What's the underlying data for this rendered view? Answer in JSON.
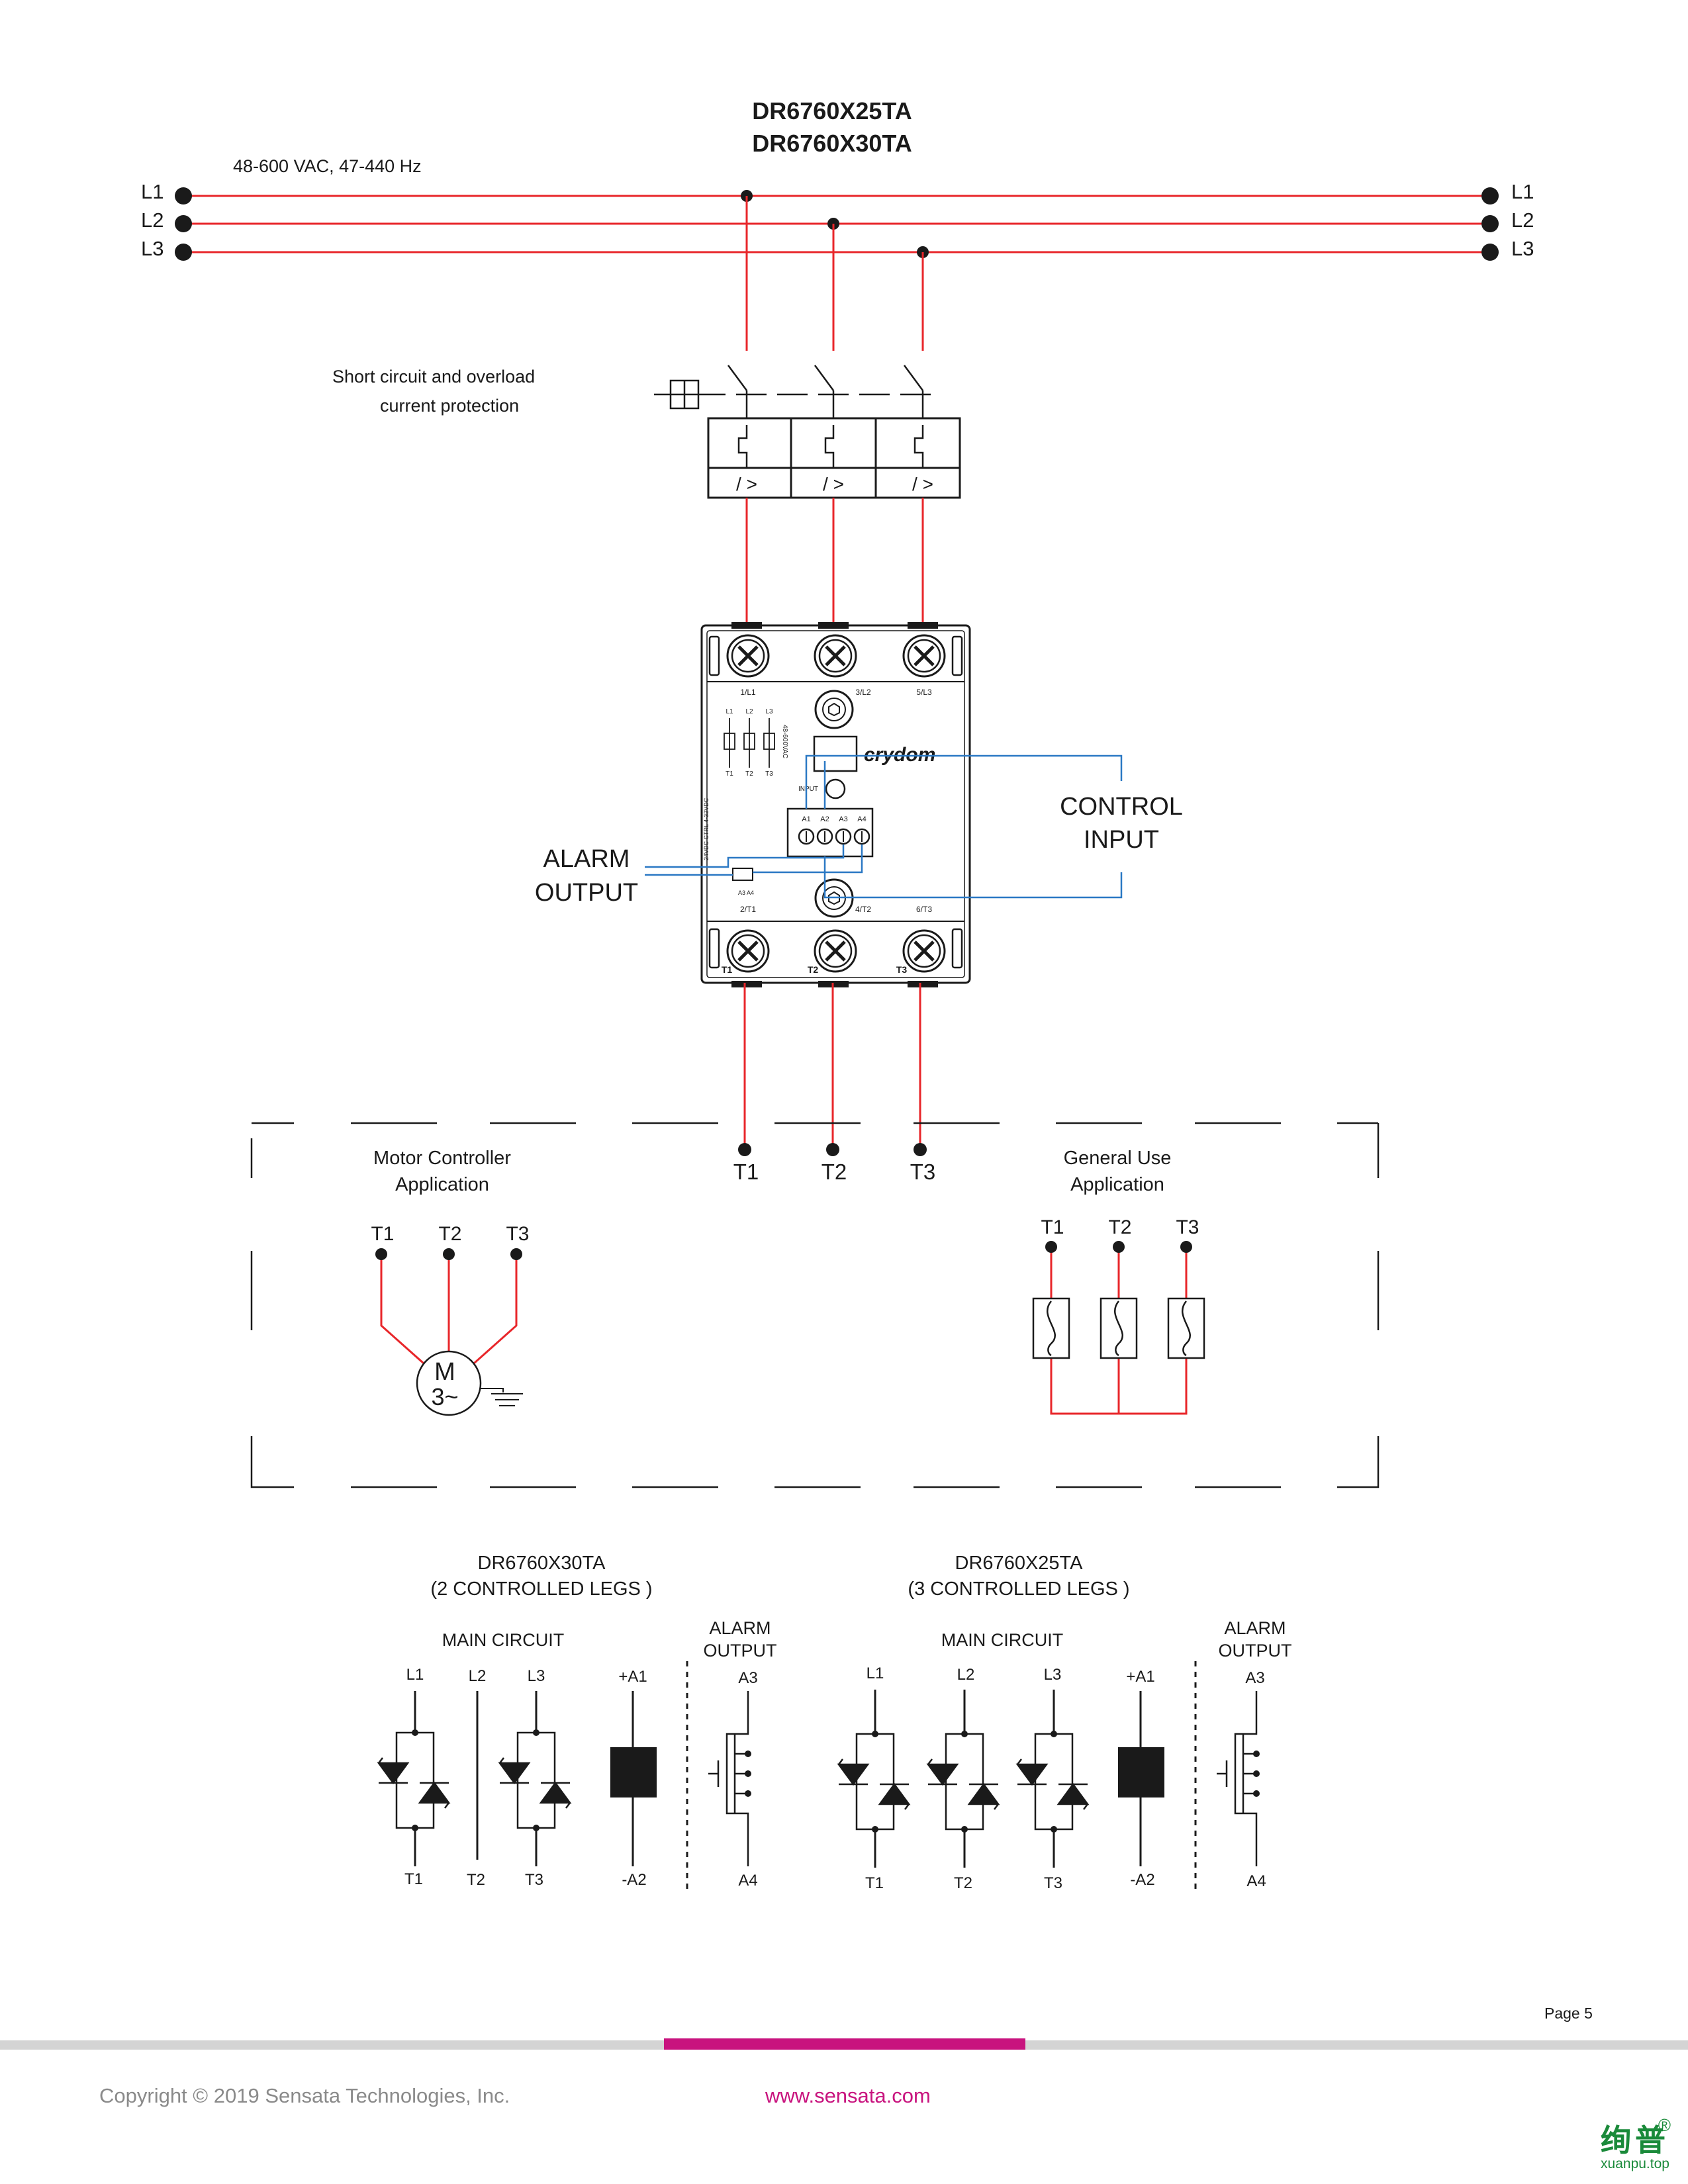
{
  "header": {
    "title_line1": "DR6760X25TA",
    "title_line2": "DR6760X30TA"
  },
  "supply": {
    "voltage_label": "48-600 VAC, 47-440 Hz",
    "left_lines": [
      "L1",
      "L2",
      "L3"
    ],
    "right_lines": [
      "L1",
      "L2",
      "L3"
    ]
  },
  "protection": {
    "label_line1": "Short circuit and overload",
    "label_line2": "current protection",
    "trip_symbol": "/ >"
  },
  "device": {
    "brand": "crydom",
    "top_terminals": [
      "1/L1",
      "3/L2",
      "5/L3"
    ],
    "bottom_terminals": [
      "2/T1",
      "4/T2",
      "6/T3"
    ],
    "bottom_terminal_marks": [
      "T1",
      "T2",
      "T3"
    ],
    "schematic_labels": [
      "L1",
      "L2",
      "L3"
    ],
    "schematic_bottom": [
      "T1",
      "T2",
      "T3"
    ],
    "voltage_marking": "48-600VAC",
    "input_label": "INPUT",
    "connector_labels": [
      "A1",
      "A2",
      "A3",
      "A4"
    ],
    "alarm_side_text": "24VDC CTRL 4-32VDC",
    "alarm_pins": [
      "A3",
      "A4"
    ]
  },
  "callouts": {
    "alarm_output": [
      "ALARM",
      "OUTPUT"
    ],
    "control_input": [
      "CONTROL",
      "INPUT"
    ]
  },
  "outputs": [
    "T1",
    "T2",
    "T3"
  ],
  "applications": {
    "motor": {
      "title": [
        "Motor Controller",
        "Application"
      ],
      "terminals": [
        "T1",
        "T2",
        "T3"
      ],
      "motor_letter": "M",
      "motor_phase": "3~"
    },
    "general": {
      "title": [
        "General Use",
        "Application"
      ],
      "terminals": [
        "T1",
        "T2",
        "T3"
      ]
    }
  },
  "schematics": [
    {
      "model": "DR6760X30TA",
      "legs": "(2 CONTROLLED LEGS )",
      "main_circuit": "MAIN CIRCUIT",
      "alarm": [
        "ALARM",
        "OUTPUT"
      ],
      "top": [
        "L1",
        "L2",
        "L3",
        "+A1"
      ],
      "bottom": [
        "T1",
        "T2",
        "T3",
        "-A2"
      ],
      "alarm_top": "A3",
      "alarm_bottom": "A4"
    },
    {
      "model": "DR6760X25TA",
      "legs": "(3 CONTROLLED LEGS )",
      "main_circuit": "MAIN CIRCUIT",
      "alarm": [
        "ALARM",
        "OUTPUT"
      ],
      "top": [
        "L1",
        "L2",
        "L3",
        "+A1"
      ],
      "bottom": [
        "T1",
        "T2",
        "T3",
        "-A2"
      ],
      "alarm_top": "A3",
      "alarm_bottom": "A4"
    }
  ],
  "footer": {
    "page": "Page 5",
    "copyright": "Copyright © 2019 Sensata Technologies, Inc.",
    "website": "www.sensata.com"
  },
  "watermark": {
    "chinese": "绚普",
    "url": "xuanpu.top",
    "reg": "®"
  },
  "colors": {
    "wire": "#e8262a",
    "control": "#2a78c4",
    "accent": "#c8137e",
    "bar": "#d4d4d4",
    "ink": "#1a1a1a",
    "footer_text": "#8a8a8a"
  }
}
